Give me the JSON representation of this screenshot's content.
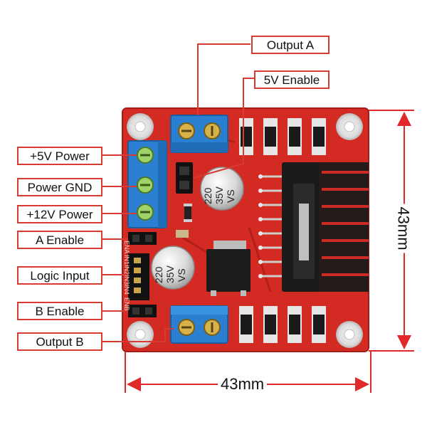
{
  "labels": {
    "output_a": "Output A",
    "enable_5v": "5V Enable",
    "power_5v": "+5V Power",
    "power_gnd": "Power GND",
    "power_12v": "+12V Power",
    "a_enable": "A Enable",
    "logic_input": "Logic Input",
    "b_enable": "B Enable",
    "output_b": "Output B"
  },
  "dimensions": {
    "width": "43mm",
    "height": "43mm"
  },
  "capacitors": {
    "upper": [
      "220",
      "35V",
      "VS"
    ],
    "lower": [
      "220",
      "35V",
      "VS"
    ]
  },
  "pin_labels": [
    "ENA",
    "IN1",
    "IN2",
    "IN3",
    "IN4",
    "ENB"
  ],
  "colors": {
    "board": "#d42a24",
    "label_border": "#d93a34",
    "terminal": "#2a7fd0",
    "heatsink": "#1a1a1a",
    "dimension_line": "#e02a2a"
  }
}
